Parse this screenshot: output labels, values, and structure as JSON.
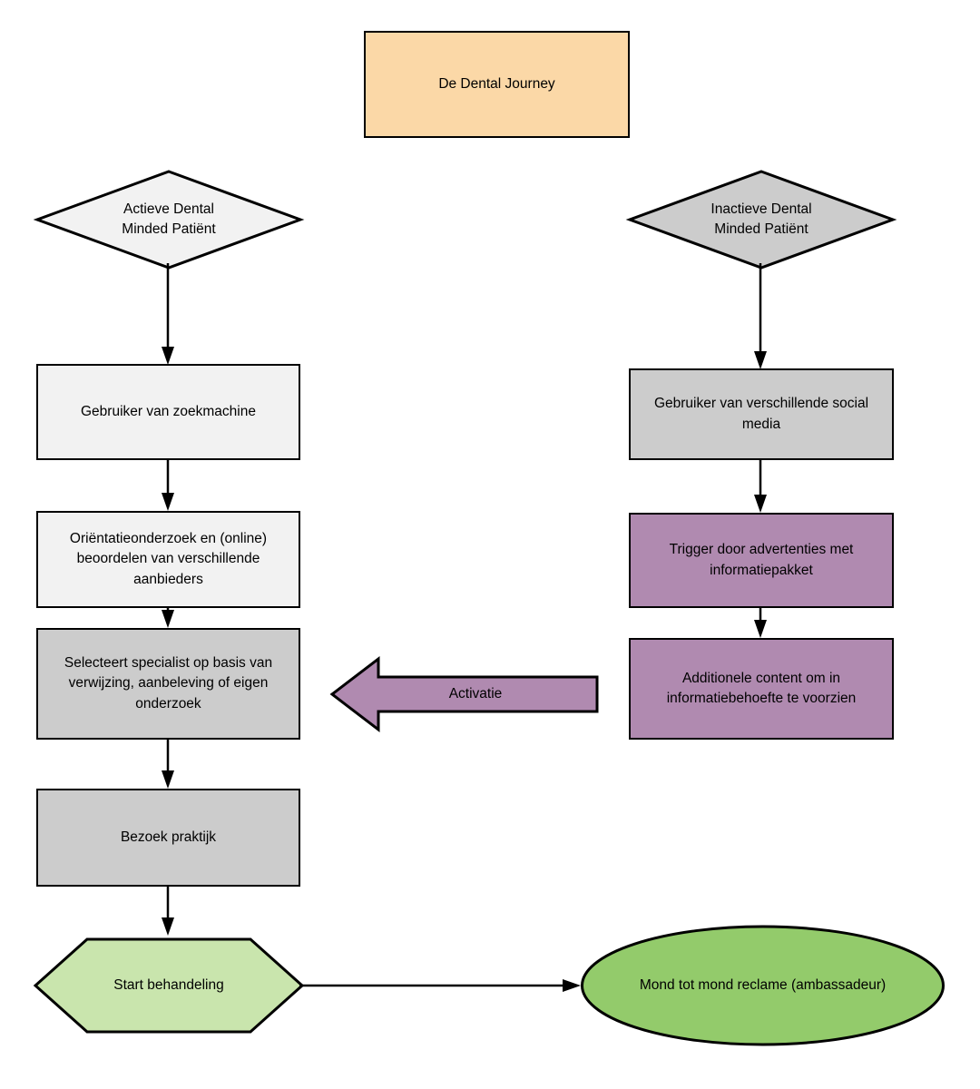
{
  "diagram": {
    "title": "De Dental Journey",
    "language": "nl",
    "colors": {
      "title_fill": "#fbd8a7",
      "light_fill": "#f2f2f2",
      "gray_fill": "#cccccc",
      "purple_fill": "#b08ab0",
      "green_light_fill": "#c9e5ad",
      "green_fill": "#93cb6b",
      "stroke": "#000000"
    },
    "nodes": [
      {
        "id": "title",
        "shape": "rectangle",
        "label": "De Dental Journey",
        "fill": "#fbd8a7"
      },
      {
        "id": "actieve-patient",
        "shape": "diamond",
        "label": "Actieve Dental\nMinded Patiënt",
        "fill": "#f2f2f2"
      },
      {
        "id": "inactieve-patient",
        "shape": "diamond",
        "label": "Inactieve Dental\nMinded Patiënt",
        "fill": "#cccccc"
      },
      {
        "id": "zoekmachine",
        "shape": "rectangle",
        "label": "Gebruiker van zoekmachine",
        "fill": "#f2f2f2"
      },
      {
        "id": "social-media",
        "shape": "rectangle",
        "label": "Gebruiker van verschillende social\nmedia",
        "fill": "#cccccc"
      },
      {
        "id": "orientatieonderzoek",
        "shape": "rectangle",
        "label": "Oriëntatieonderzoek en (online)\nbeoordelen van verschillende\naanbieders",
        "fill": "#f2f2f2"
      },
      {
        "id": "trigger-advertenties",
        "shape": "rectangle",
        "label": "Trigger door advertenties met\ninformatiepakket",
        "fill": "#b08ab0"
      },
      {
        "id": "selecteert-specialist",
        "shape": "rectangle",
        "label": "Selecteert specialist op basis van\nverwijzing, aanbeleving of eigen\nonderzoek",
        "fill": "#cccccc"
      },
      {
        "id": "additionele-content",
        "shape": "rectangle",
        "label": "Additionele content om in\ninformatiebehoefte te voorzien",
        "fill": "#b08ab0"
      },
      {
        "id": "activatie",
        "shape": "block-arrow-left",
        "label": "Activatie",
        "fill": "#b08ab0"
      },
      {
        "id": "bezoek-praktijk",
        "shape": "rectangle",
        "label": "Bezoek praktijk",
        "fill": "#cccccc"
      },
      {
        "id": "start-behandeling",
        "shape": "hexagon",
        "label": "Start behandeling",
        "fill": "#c9e5ad"
      },
      {
        "id": "mond-tot-mond",
        "shape": "ellipse",
        "label": "Mond tot mond reclame (ambassadeur)",
        "fill": "#93cb6b"
      }
    ],
    "connectors": [
      {
        "id": "c1",
        "from": "actieve-patient",
        "to": "zoekmachine",
        "direction": "down",
        "label": ""
      },
      {
        "id": "c2",
        "from": "zoekmachine",
        "to": "orientatieonderzoek",
        "direction": "down",
        "label": ""
      },
      {
        "id": "c3",
        "from": "orientatieonderzoek",
        "to": "selecteert-specialist",
        "direction": "down",
        "label": ""
      },
      {
        "id": "c4",
        "from": "selecteert-specialist",
        "to": "bezoek-praktijk",
        "direction": "down",
        "label": ""
      },
      {
        "id": "c5",
        "from": "bezoek-praktijk",
        "to": "start-behandeling",
        "direction": "down",
        "label": ""
      },
      {
        "id": "c6",
        "from": "inactieve-patient",
        "to": "social-media",
        "direction": "down",
        "label": ""
      },
      {
        "id": "c7",
        "from": "social-media",
        "to": "trigger-advertenties",
        "direction": "down",
        "label": ""
      },
      {
        "id": "c8",
        "from": "trigger-advertenties",
        "to": "additionele-content",
        "direction": "down",
        "label": ""
      },
      {
        "id": "c9",
        "from": "additionele-content",
        "to": "selecteert-specialist",
        "direction": "left",
        "label": "Activatie"
      },
      {
        "id": "c10",
        "from": "start-behandeling",
        "to": "mond-tot-mond",
        "direction": "right",
        "label": ""
      }
    ]
  }
}
